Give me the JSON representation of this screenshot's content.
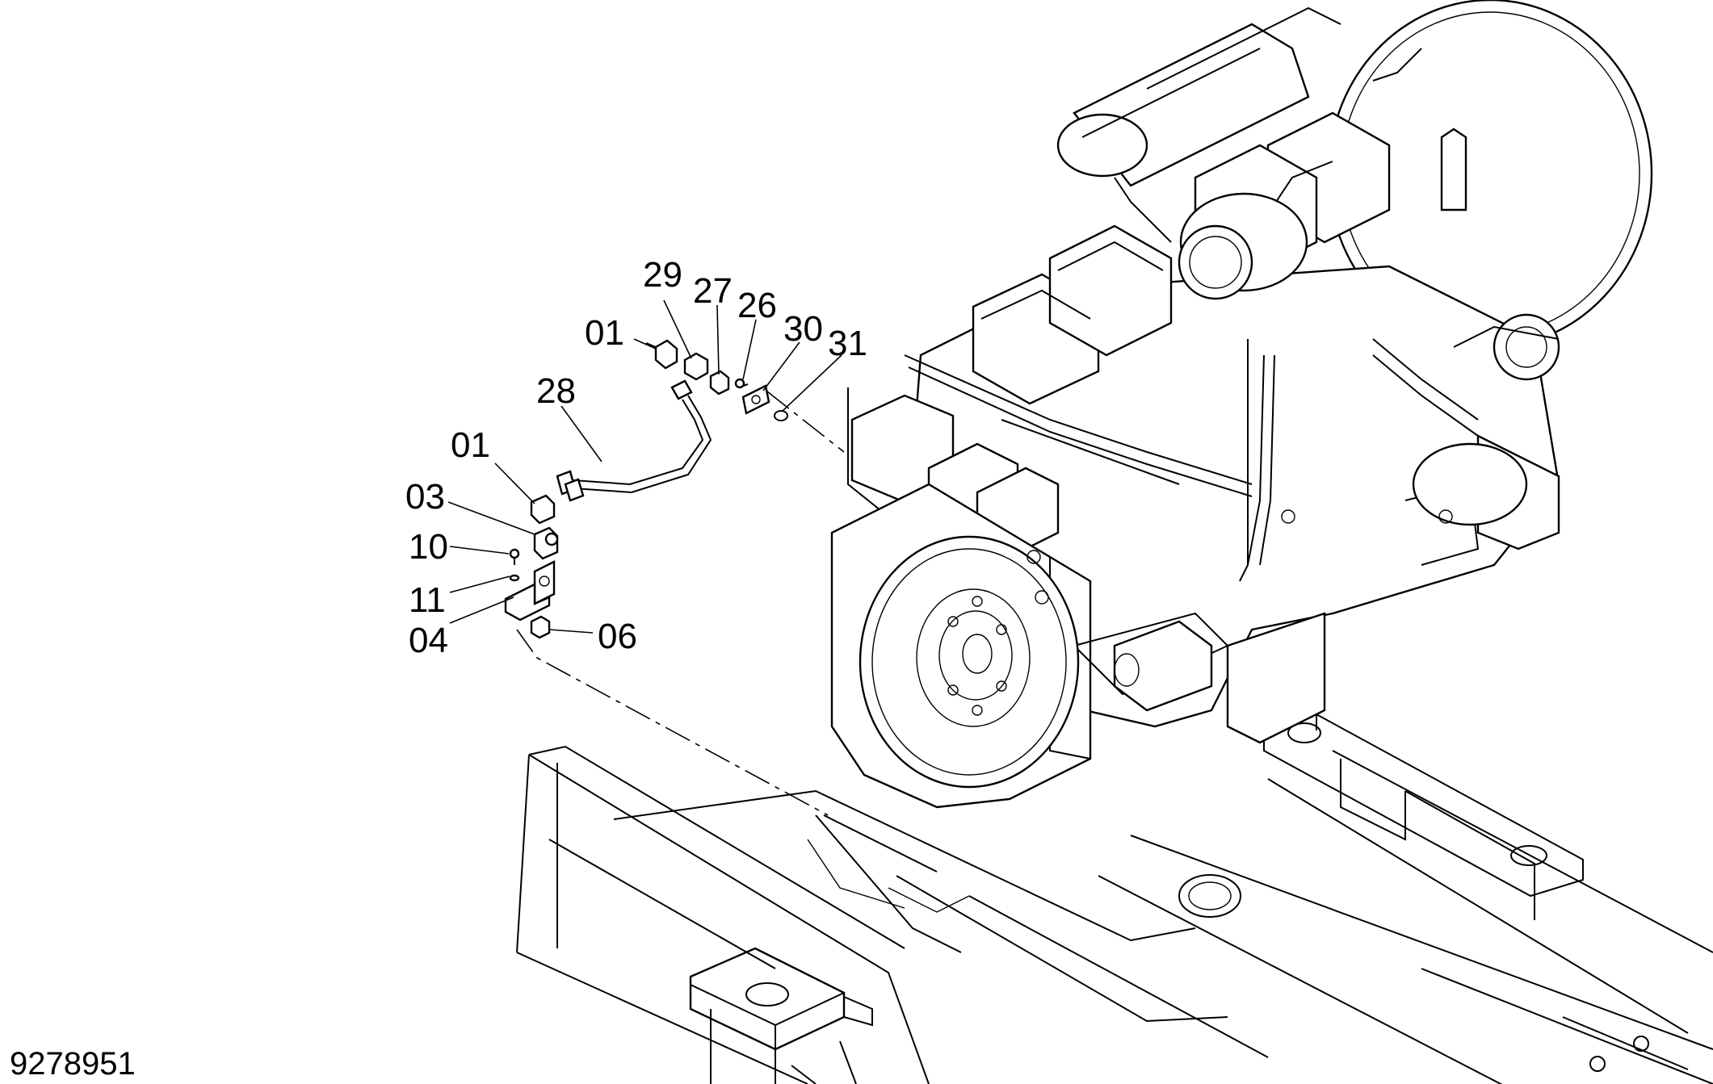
{
  "drawing": {
    "reference_number": "9278951",
    "callouts": [
      {
        "label": "29"
      },
      {
        "label": "27"
      },
      {
        "label": "26"
      },
      {
        "label": "30"
      },
      {
        "label": "31"
      },
      {
        "label": "01"
      },
      {
        "label": "28"
      },
      {
        "label": "01"
      },
      {
        "label": "03"
      },
      {
        "label": "10"
      },
      {
        "label": "11"
      },
      {
        "label": "04"
      },
      {
        "label": "06"
      }
    ]
  }
}
